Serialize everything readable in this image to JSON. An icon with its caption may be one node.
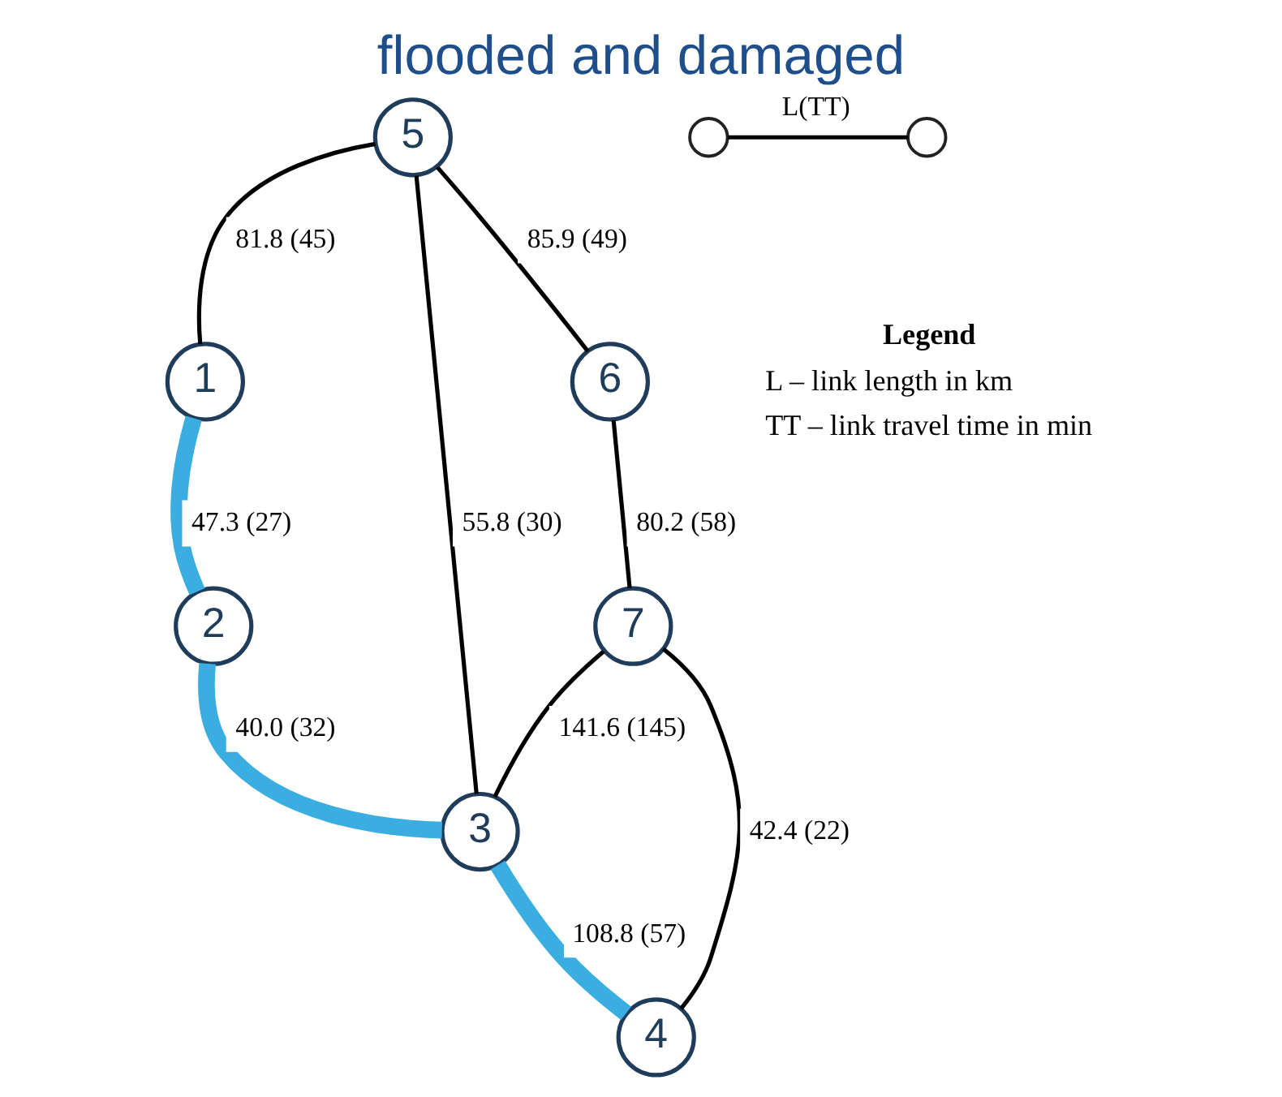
{
  "diagram": {
    "title": "flooded and damaged",
    "nodes": [
      {
        "text": [
          "1"
        ]
      },
      {
        "text": [
          "2"
        ]
      },
      {
        "text": [
          "3"
        ]
      },
      {
        "text": [
          "4"
        ]
      },
      {
        "text": [
          "5"
        ]
      },
      {
        "text": [
          "6"
        ]
      },
      {
        "text": [
          "7"
        ]
      },
      {
        "text": [],
        "shape": "circle"
      },
      {
        "text": [],
        "shape": "circle"
      }
    ],
    "edges": [
      {
        "from": 4,
        "to": 0,
        "arrow": "none",
        "label": "81.8 (45)"
      },
      {
        "from": 0,
        "to": 1,
        "arrow": "none",
        "label": "47.3 (27)",
        "style": "thick",
        "color": "#3aaee0"
      },
      {
        "from": 4,
        "to": 2,
        "arrow": "none",
        "label": "55.8 (30)"
      },
      {
        "from": 1,
        "to": 2,
        "arrow": "none",
        "label": "40.0 (32)",
        "style": "thick",
        "color": "#3aaee0"
      },
      {
        "from": 4,
        "to": 5,
        "arrow": "none",
        "label": "85.9 (49)"
      },
      {
        "from": 5,
        "to": 6,
        "arrow": "none",
        "label": "80.2 (58)"
      },
      {
        "from": 6,
        "to": 2,
        "arrow": "none",
        "label": "141.6 (145)"
      },
      {
        "from": 2,
        "to": 3,
        "arrow": "none",
        "label": "108.8 (57)",
        "style": "thick",
        "color": "#3aaee0"
      },
      {
        "from": 6,
        "to": 3,
        "arrow": "none",
        "label": "42.4 (22)"
      },
      {
        "from": 7,
        "to": 8,
        "arrow": "none",
        "label": "L(TT)"
      }
    ],
    "labels": [
      "Legend",
      "L – link length in km",
      "TT – link travel time in min"
    ]
  }
}
